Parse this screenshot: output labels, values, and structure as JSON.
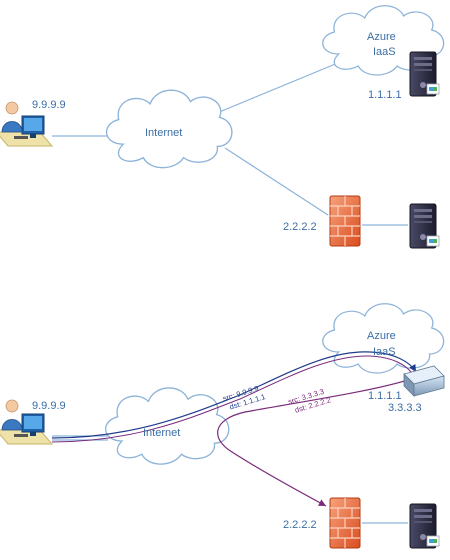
{
  "top": {
    "client_ip": "9.9.9.9",
    "internet_label": "Internet",
    "azure_label_line1": "Azure",
    "azure_label_line2": "IaaS",
    "azure_server_ip": "1.1.1.1",
    "firewall_ip": "2.2.2.2"
  },
  "bottom": {
    "client_ip": "9.9.9.9",
    "internet_label": "Internet",
    "azure_label_line1": "Azure",
    "azure_label_line2": "IaaS",
    "azure_ip_1": "1.1.1.1",
    "azure_ip_2": "3.3.3.3",
    "firewall_ip": "2.2.2.2",
    "packet_1_src": "src: 9.9.9.9",
    "packet_1_dst": "dst: 1.1.1.1",
    "packet_2_src": "src: 3.3.3.3",
    "packet_2_dst": "dst: 2.2.2.2"
  },
  "colors": {
    "line": "#8db3d9",
    "cloud_stroke": "#8db3d9",
    "label": "#3b6ea5",
    "path_blue": "#1f3a8a",
    "path_purple": "#7a2a7a",
    "firewall": "#e8602c"
  },
  "icons": {
    "client": "workstation-icon",
    "server": "server-tower-icon",
    "firewall": "firewall-brick-icon",
    "router": "router-box-icon",
    "cloud": "cloud-icon"
  }
}
